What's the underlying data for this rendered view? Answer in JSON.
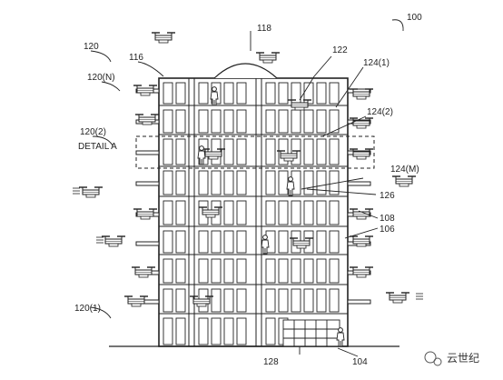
{
  "labels": {
    "fig": "100",
    "l118": "118",
    "l120": "120",
    "l116": "116",
    "l122": "122",
    "l120n": "120(N)",
    "l124_1": "124(1)",
    "l124_2": "124(2)",
    "l120_2": "120(2)",
    "detail": "DETAIL A",
    "l124_m": "124(M)",
    "l126": "126",
    "l108": "108",
    "l106": "106",
    "l120_1": "120(1)",
    "l128": "128",
    "l104": "104"
  },
  "watermark": {
    "text": "云世纪"
  }
}
